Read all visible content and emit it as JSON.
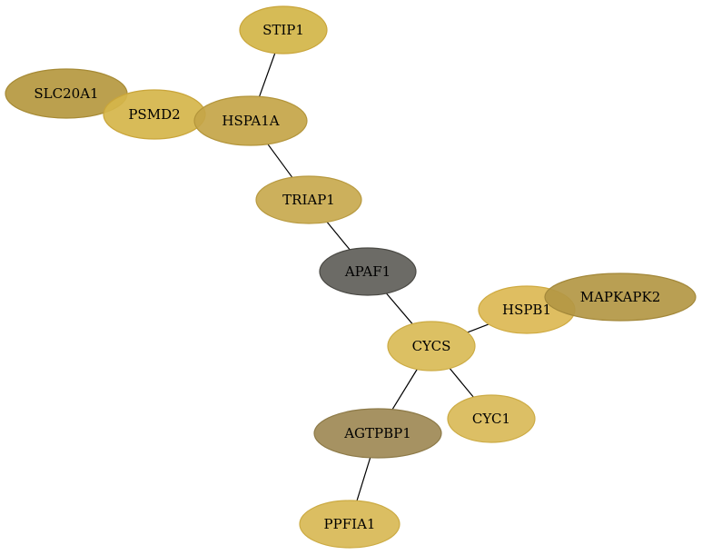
{
  "graph": {
    "nodes": [
      {
        "id": "STIP1",
        "label": "STIP1",
        "fill": "#d3b548",
        "stroke": "#c9a53a"
      },
      {
        "id": "SLC20A1",
        "label": "SLC20A1",
        "fill": "#b5983f",
        "stroke": "#a68a35"
      },
      {
        "id": "PSMD2",
        "label": "PSMD2",
        "fill": "#d5b54a",
        "stroke": "#c9a53a"
      },
      {
        "id": "HSPA1A",
        "label": "HSPA1A",
        "fill": "#c4a548",
        "stroke": "#b3953b"
      },
      {
        "id": "TRIAP1",
        "label": "TRIAP1",
        "fill": "#c8a94e",
        "stroke": "#b89a40"
      },
      {
        "id": "APAF1",
        "label": "APAF1",
        "fill": "#5f5e59",
        "stroke": "#4a4944"
      },
      {
        "id": "HSPB1",
        "label": "HSPB1",
        "fill": "#dcb954",
        "stroke": "#cfaa40"
      },
      {
        "id": "MAPKAPK2",
        "label": "MAPKAPK2",
        "fill": "#b39744",
        "stroke": "#a3883a"
      },
      {
        "id": "CYCS",
        "label": "CYCS",
        "fill": "#d9bb56",
        "stroke": "#ccab44"
      },
      {
        "id": "CYC1",
        "label": "CYC1",
        "fill": "#d9ba58",
        "stroke": "#ccab44"
      },
      {
        "id": "AGTPBP1",
        "label": "AGTPBP1",
        "fill": "#9e8955",
        "stroke": "#8d7a48"
      },
      {
        "id": "PPFIA1",
        "label": "PPFIA1",
        "fill": "#d8b955",
        "stroke": "#ccab44"
      }
    ],
    "edges": [
      {
        "source": "STIP1",
        "target": "HSPA1A"
      },
      {
        "source": "HSPA1A",
        "target": "TRIAP1"
      },
      {
        "source": "TRIAP1",
        "target": "APAF1"
      },
      {
        "source": "APAF1",
        "target": "CYCS"
      },
      {
        "source": "CYCS",
        "target": "HSPB1"
      },
      {
        "source": "CYCS",
        "target": "CYC1"
      },
      {
        "source": "CYCS",
        "target": "AGTPBP1"
      },
      {
        "source": "AGTPBP1",
        "target": "PPFIA1"
      }
    ]
  }
}
